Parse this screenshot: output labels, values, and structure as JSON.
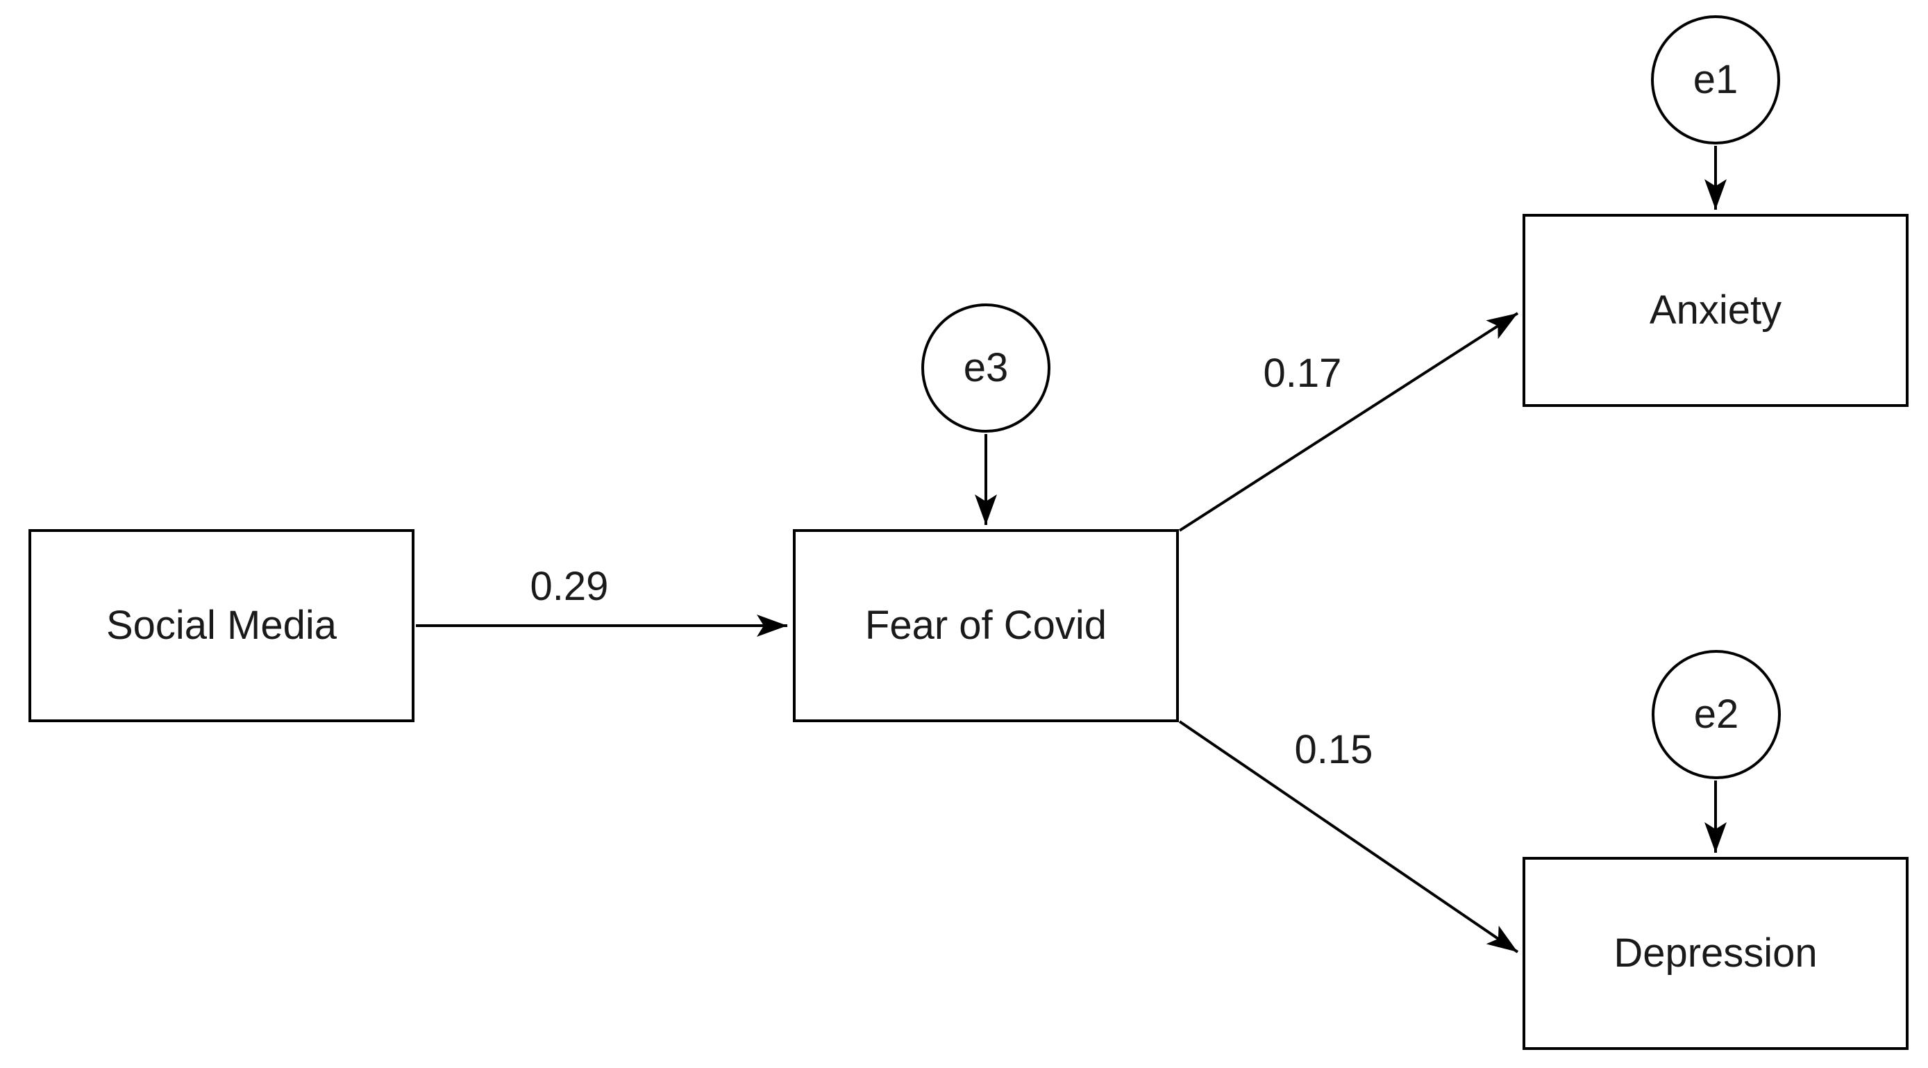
{
  "diagram": {
    "type": "path-diagram",
    "colors": {
      "stroke": "#000000",
      "node_fill": "#ffffff",
      "text": "#1a1a1a",
      "background": "#ffffff"
    },
    "nodes": [
      {
        "id": "social_media",
        "shape": "rectangle",
        "label": "Social Media"
      },
      {
        "id": "fear_of_covid",
        "shape": "rectangle",
        "label": "Fear of Covid"
      },
      {
        "id": "anxiety",
        "shape": "rectangle",
        "label": "Anxiety"
      },
      {
        "id": "depression",
        "shape": "rectangle",
        "label": "Depression"
      },
      {
        "id": "e1",
        "shape": "circle",
        "label": "e1"
      },
      {
        "id": "e2",
        "shape": "circle",
        "label": "e2"
      },
      {
        "id": "e3",
        "shape": "circle",
        "label": "e3"
      }
    ],
    "edges": [
      {
        "from": "social_media",
        "to": "fear_of_covid",
        "label": "0.29"
      },
      {
        "from": "fear_of_covid",
        "to": "anxiety",
        "label": "0.17"
      },
      {
        "from": "fear_of_covid",
        "to": "depression",
        "label": "0.15"
      },
      {
        "from": "e3",
        "to": "fear_of_covid",
        "label": ""
      },
      {
        "from": "e1",
        "to": "anxiety",
        "label": ""
      },
      {
        "from": "e2",
        "to": "depression",
        "label": ""
      }
    ]
  }
}
